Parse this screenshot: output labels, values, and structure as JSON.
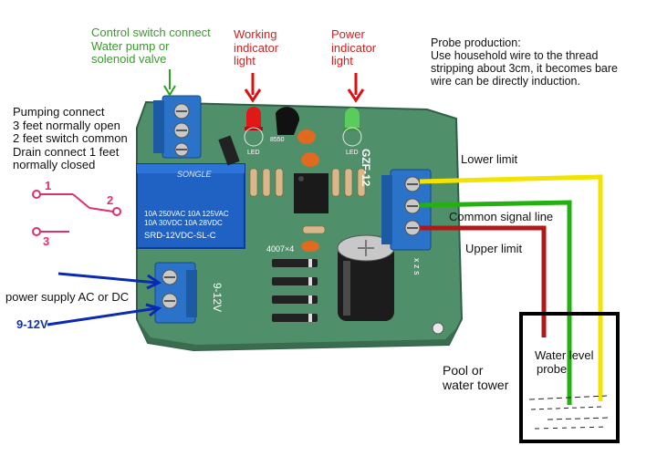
{
  "labels": {
    "control_switch": [
      "Control switch connect",
      "Water pump or",
      "solenoid valve"
    ],
    "working_indicator": [
      "Working",
      "indicator",
      "light"
    ],
    "power_indicator": [
      "Power",
      "indicator",
      "light"
    ],
    "probe_production": [
      "Probe production:",
      "Use household wire to the thread",
      "stripping about 3cm, it becomes bare",
      "wire can be directly induction."
    ],
    "pumping": [
      "Pumping connect",
      "3 feet normally open",
      "2 feet switch common",
      "Drain connect 1 feet",
      "normally closed"
    ],
    "pin1": "1",
    "pin2": "2",
    "pin3": "3",
    "power_supply": "power supply AC or DC",
    "voltage": "9-12V",
    "lower_limit": "Lower limit",
    "common_signal": "Common signal line",
    "upper_limit": "Upper limit",
    "water_level_probe": [
      "Water level",
      "probe"
    ],
    "pool": [
      "Pool or",
      "water tower"
    ]
  },
  "board": {
    "relay_brand": "SONGLE",
    "relay_line1": "10A 250VAC  10A 125VAC",
    "relay_line2": "10A 30VDC   10A 28VDC",
    "relay_model": "SRD-12VDC-SL-C",
    "board_id": "GZF-12",
    "board_voltage": "9-12V",
    "diode_label": "4007×4",
    "led_label": "LED",
    "transistor_label": "8550",
    "zsx": "x z s"
  },
  "colors": {
    "pcb": "#4f8f6a",
    "terminal": "#2a73c8",
    "wire_yellow": "#f2e400",
    "wire_green": "#24b012",
    "wire_red": "#b01818",
    "arrow_blue": "#0a2ab0",
    "arrow_red": "#e01010",
    "arrow_green": "#2aa020"
  }
}
